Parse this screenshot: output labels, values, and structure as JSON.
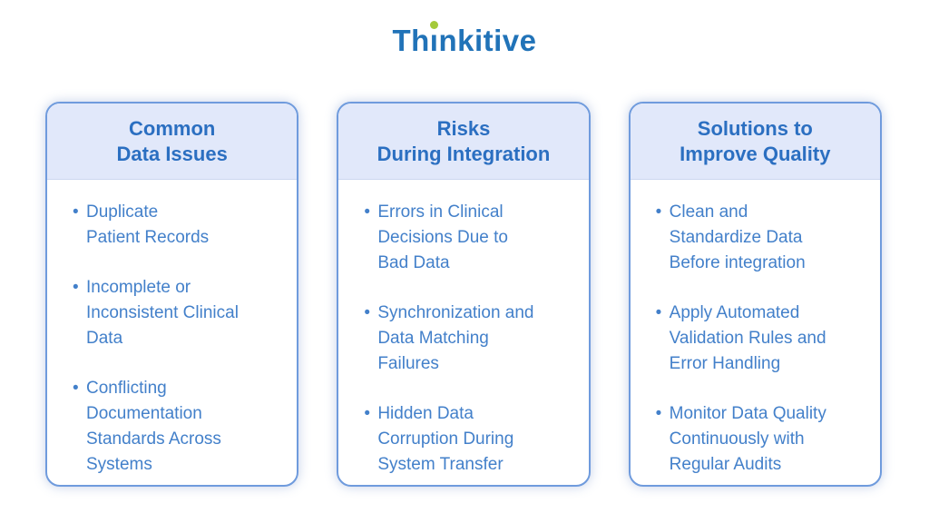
{
  "logo": {
    "pre": "Th",
    "i_stem": "ı",
    "post": "nkitive",
    "full_text": "Thinkitive",
    "blue": "#2173b8",
    "green": "#a4ca3a"
  },
  "colors": {
    "card_border": "#6f9bdd",
    "card_header_bg": "#e1e8fa",
    "title_text": "#2b6fc1",
    "body_text": "#4380ca",
    "page_bg": "#ffffff"
  },
  "bullet_char": "•",
  "cards": [
    {
      "title": "Common\nData Issues",
      "bullets": [
        "Duplicate\nPatient Records",
        "Incomplete or\nInconsistent Clinical\nData",
        "Conflicting\nDocumentation\nStandards Across\nSystems"
      ]
    },
    {
      "title": "Risks\nDuring Integration",
      "bullets": [
        "Errors in Clinical\nDecisions Due to\nBad Data",
        "Synchronization and\nData Matching\nFailures",
        "Hidden Data\nCorruption During\nSystem Transfer"
      ]
    },
    {
      "title": "Solutions to\nImprove Quality",
      "bullets": [
        "Clean and\nStandardize Data\nBefore integration",
        "Apply Automated\nValidation Rules and\nError Handling",
        "Monitor Data Quality\nContinuously with\nRegular Audits"
      ]
    }
  ]
}
